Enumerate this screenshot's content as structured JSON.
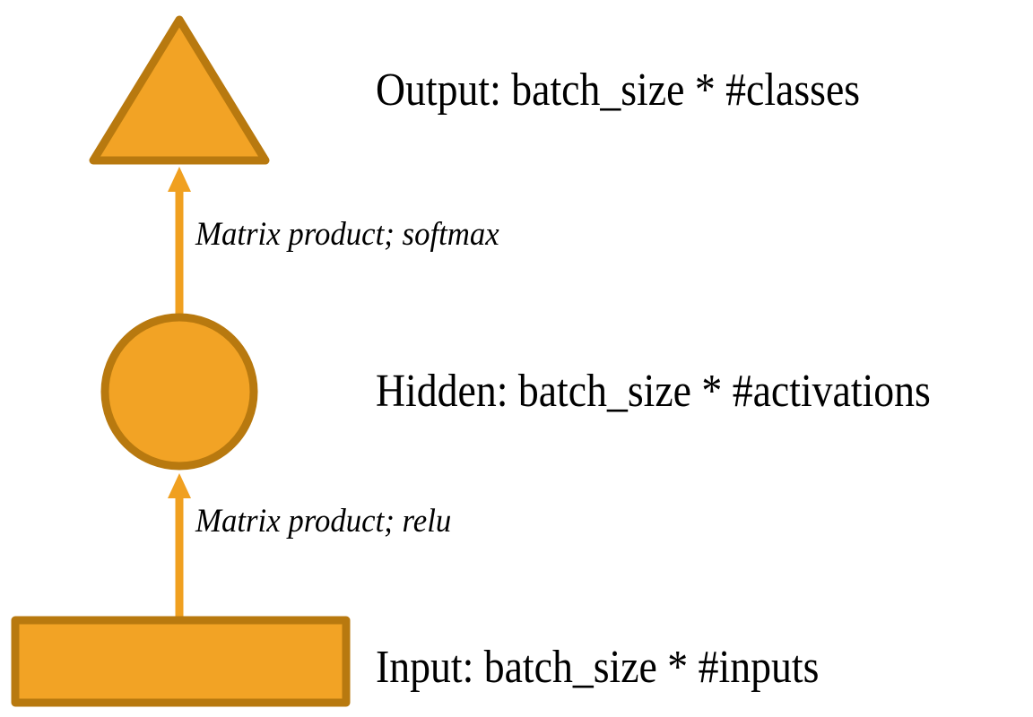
{
  "diagram": {
    "type": "neural-network-architecture",
    "title": "",
    "palette": {
      "shape_fill": "#F2A325",
      "shape_stroke": "#B8790F",
      "arrow": "#F0A020",
      "text": "#000000",
      "background": "#FFFFFF"
    },
    "nodes": [
      {
        "id": "output",
        "shape": "triangle",
        "label": "Output: batch_size * #classes",
        "fill": "#F2A325",
        "stroke": "#B8790F"
      },
      {
        "id": "hidden",
        "shape": "circle",
        "label": "Hidden: batch_size * #activations",
        "fill": "#F2A325",
        "stroke": "#B8790F"
      },
      {
        "id": "input",
        "shape": "rectangle",
        "label": "Input: batch_size * #inputs",
        "fill": "#F2A325",
        "stroke": "#B8790F"
      }
    ],
    "edges": [
      {
        "id": "hidden-to-output",
        "from": "hidden",
        "to": "output",
        "label": "Matrix product; softmax",
        "direction": "up",
        "color": "#F0A020"
      },
      {
        "id": "input-to-hidden",
        "from": "input",
        "to": "hidden",
        "label": "Matrix product; relu",
        "direction": "up",
        "color": "#F0A020"
      }
    ]
  }
}
